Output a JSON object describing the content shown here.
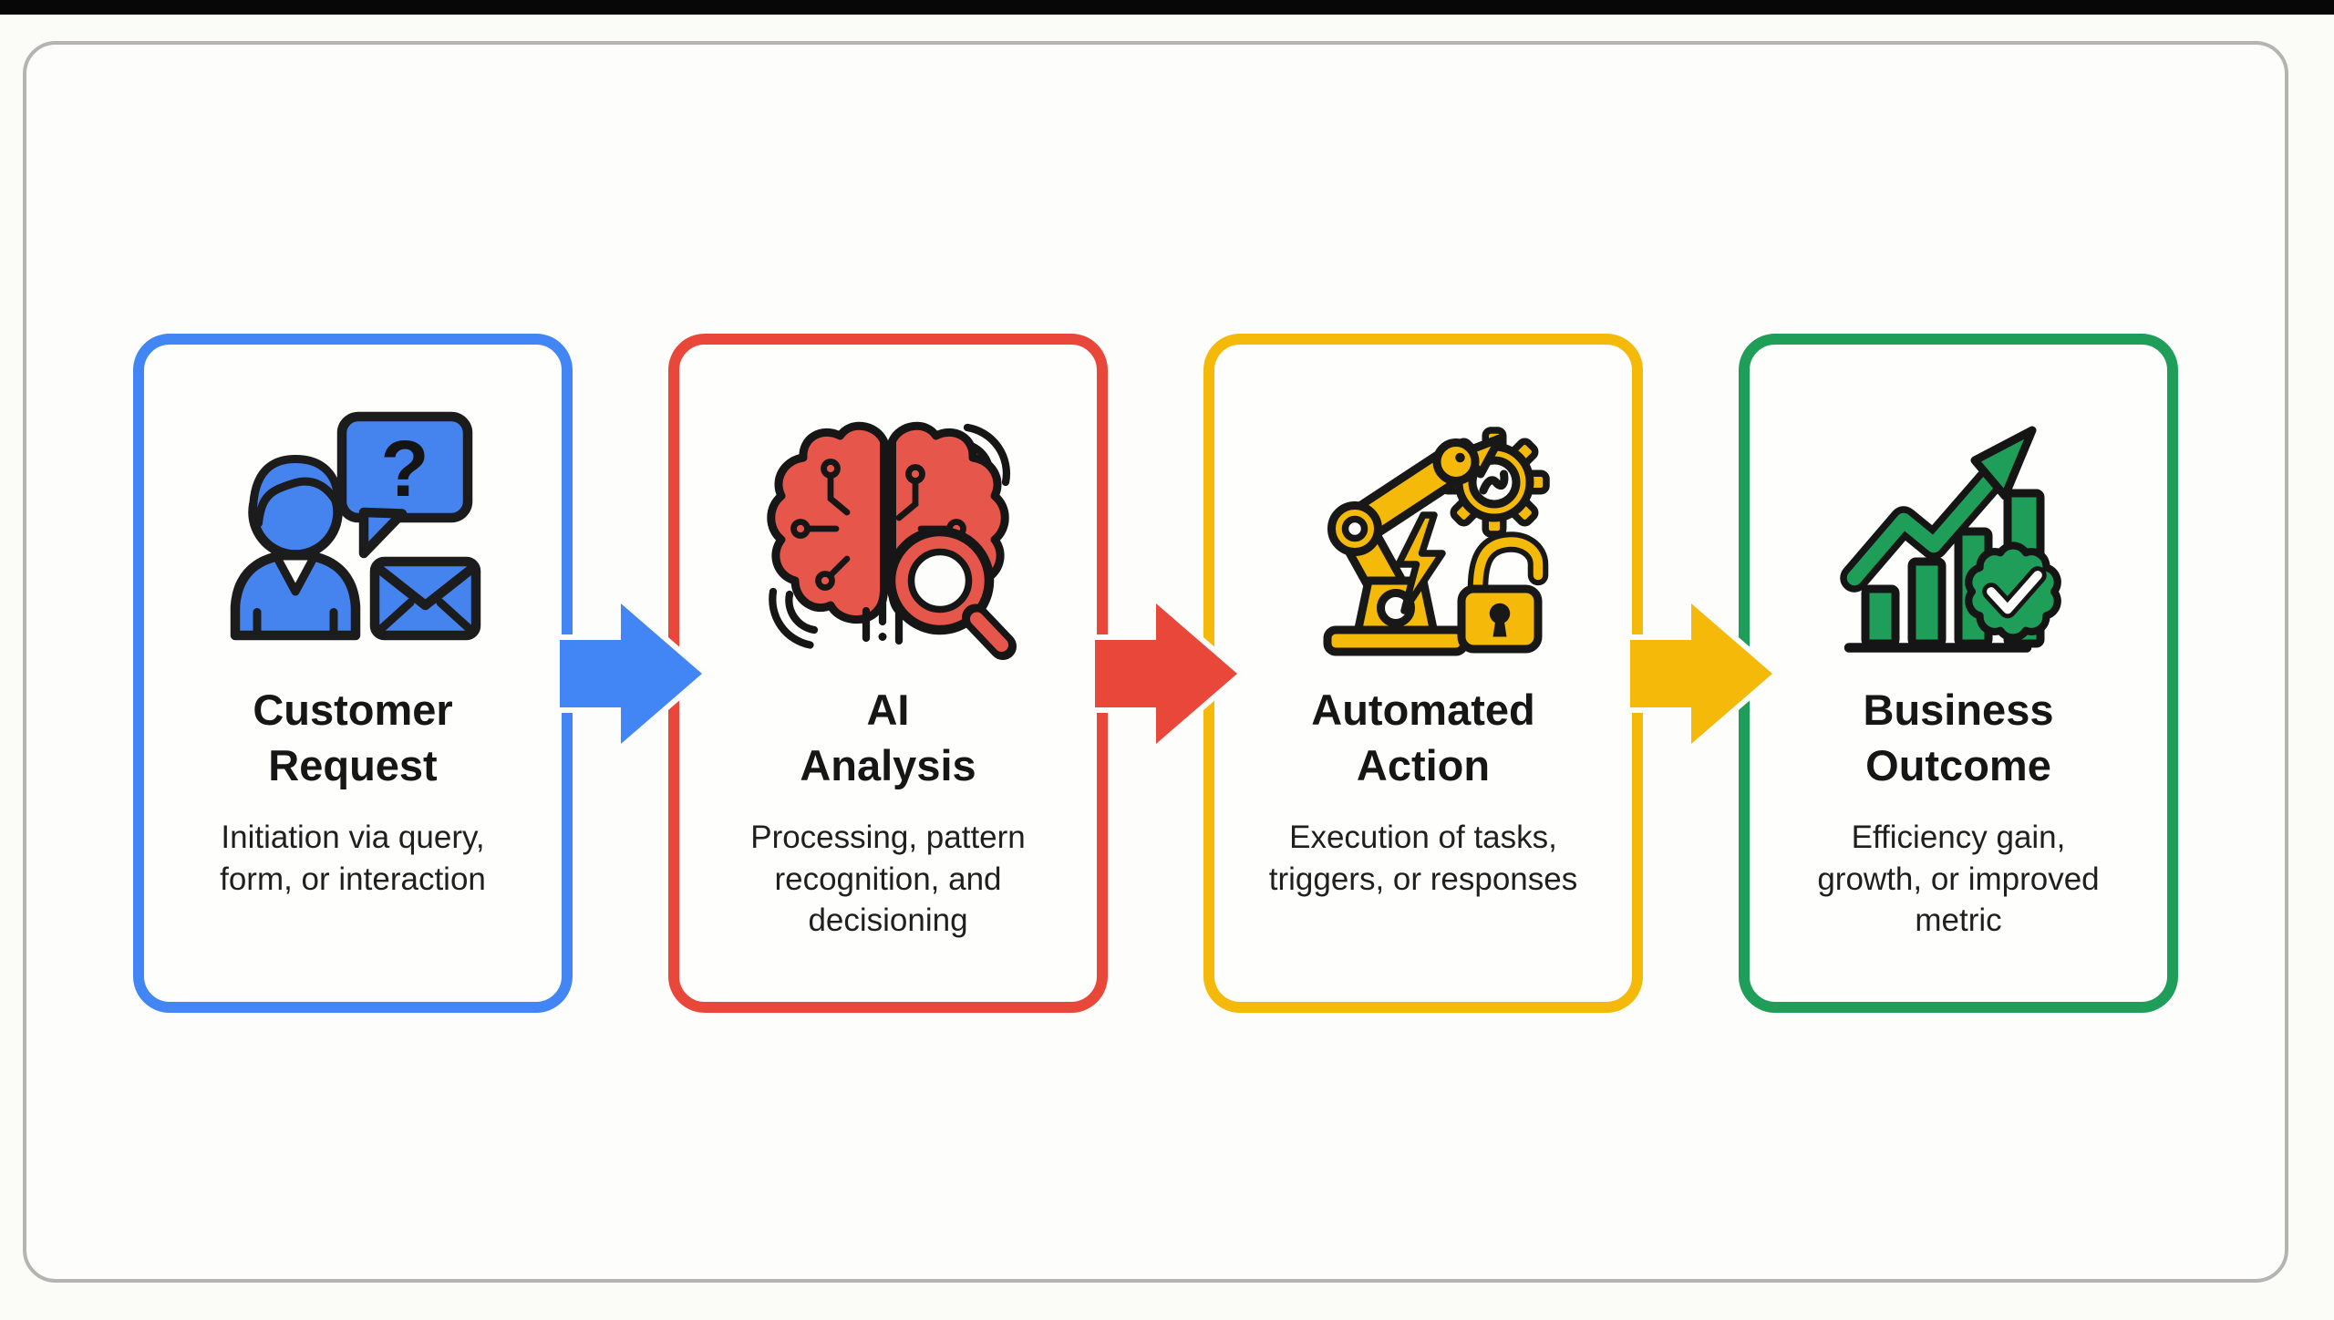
{
  "page": {
    "background": "#fbfbf8",
    "top_bar_color": "#070707",
    "frame_border_color": "#b6b4b1",
    "text_color": "#161616"
  },
  "flow": {
    "question_mark": "?",
    "steps": [
      {
        "title": "Customer Request",
        "title_line1": "Customer",
        "title_line2": "Request",
        "description": "Initiation via query, form, or interaction",
        "color": "#4285F4",
        "icon": "customer-person-chat-icon"
      },
      {
        "title": "AI Analysis",
        "title_line1": "AI",
        "title_line2": "Analysis",
        "description": "Processing, pattern recognition, and decisioning",
        "color": "#E8473A",
        "icon": "ai-brain-magnifier-icon"
      },
      {
        "title": "Automated Action",
        "title_line1": "Automated",
        "title_line2": "Action",
        "description": "Execution of tasks, triggers, or responses",
        "color": "#F5B90A",
        "icon": "robot-arm-gear-lock-icon"
      },
      {
        "title": "Business Outcome",
        "title_line1": "Business",
        "title_line2": "Outcome",
        "description": "Efficiency gain, growth, or improved metric",
        "color": "#1E9E58",
        "icon": "growth-chart-badge-icon"
      }
    ],
    "connectors": [
      {
        "direction": "right",
        "color": "#4285F4"
      },
      {
        "direction": "right",
        "color": "#E8473A"
      },
      {
        "direction": "right",
        "color": "#F5B90A"
      }
    ]
  }
}
